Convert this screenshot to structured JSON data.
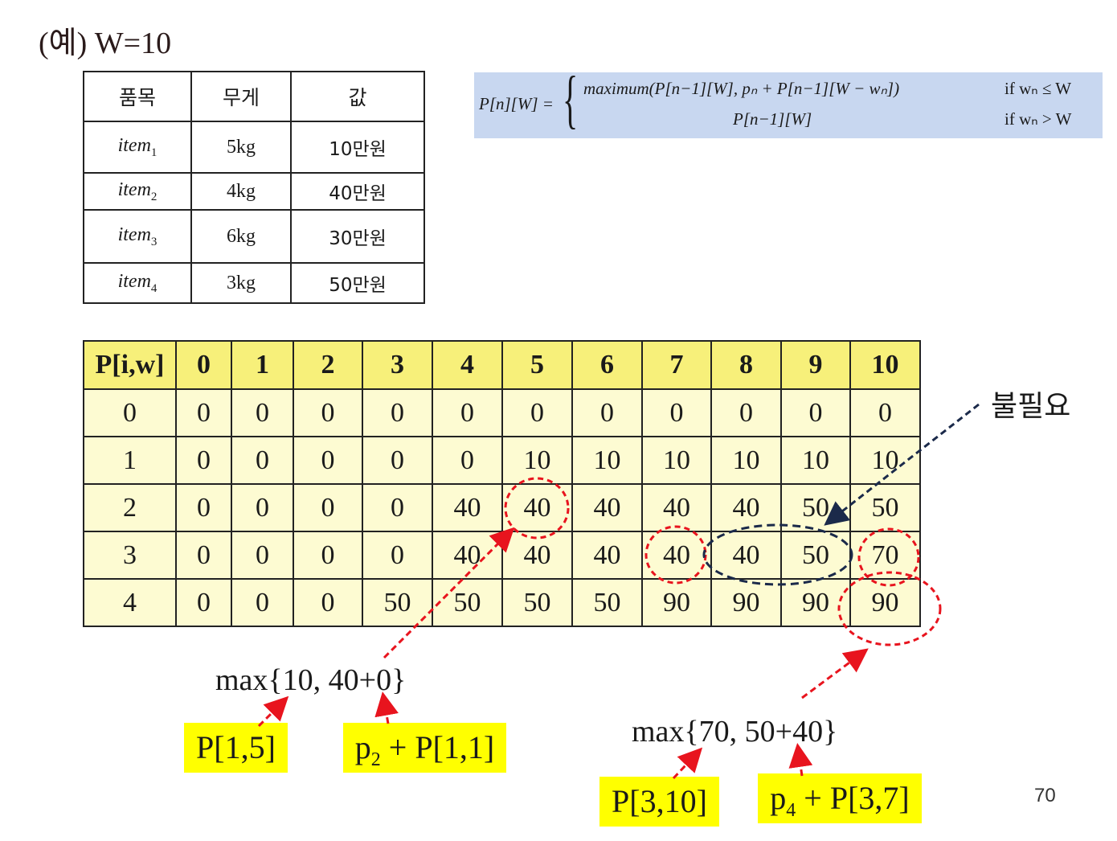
{
  "title": "(예) W=10",
  "item_table": {
    "headers": [
      "품목",
      "무게",
      "값"
    ],
    "rows": [
      {
        "name": "item",
        "sub": "1",
        "weight": "5kg",
        "value": "10만원"
      },
      {
        "name": "item",
        "sub": "2",
        "weight": "4kg",
        "value": "40만원"
      },
      {
        "name": "item",
        "sub": "3",
        "weight": "6kg",
        "value": "30만원"
      },
      {
        "name": "item",
        "sub": "4",
        "weight": "3kg",
        "value": "50만원"
      }
    ]
  },
  "formula": {
    "lhs": "P[n][W] =",
    "case1": "maximum(P[n−1][W],   pₙ + P[n−1][W − wₙ])",
    "case2": "P[n−1][W]",
    "cond1": "if wₙ ≤ W",
    "cond2": "if wₙ > W"
  },
  "dp_table": {
    "header": [
      "P[i,w]",
      "0",
      "1",
      "2",
      "3",
      "4",
      "5",
      "6",
      "7",
      "8",
      "9",
      "10"
    ],
    "rows": [
      [
        "0",
        "0",
        "0",
        "0",
        "0",
        "0",
        "0",
        "0",
        "0",
        "0",
        "0",
        "0"
      ],
      [
        "1",
        "0",
        "0",
        "0",
        "0",
        "0",
        "10",
        "10",
        "10",
        "10",
        "10",
        "10"
      ],
      [
        "2",
        "0",
        "0",
        "0",
        "0",
        "40",
        "40",
        "40",
        "40",
        "40",
        "50",
        "50"
      ],
      [
        "3",
        "0",
        "0",
        "0",
        "0",
        "40",
        "40",
        "40",
        "40",
        "40",
        "50",
        "70"
      ],
      [
        "4",
        "0",
        "0",
        "0",
        "50",
        "50",
        "50",
        "50",
        "90",
        "90",
        "90",
        "90"
      ]
    ]
  },
  "annotations": {
    "unneeded": "불필요",
    "max1": "max{10, 40+0}",
    "max2": "max{70, 50+40}",
    "box_p15": "P[1,5]",
    "box_p2": {
      "p": "p",
      "sub": "2",
      "rest": " + P[1,1]"
    },
    "box_p310": "P[3,10]",
    "box_p4": {
      "p": "p",
      "sub": "4",
      "rest": " + P[3,7]"
    }
  },
  "colors": {
    "formula_bg": "#c8d7f0",
    "table_header_bg": "#f7f07a",
    "table_body_bg": "#fdfbd2",
    "highlight_box": "#ffff00",
    "dashed_red": "#e8141e",
    "dashed_navy": "#1b2a4a"
  },
  "page_number": "70"
}
